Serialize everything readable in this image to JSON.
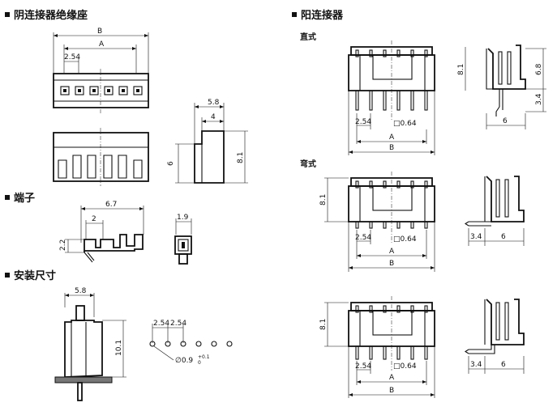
{
  "sections": {
    "female_housing": "阴连接器绝缘座",
    "terminal": "端子",
    "mounting": "安装尺寸",
    "male_connector": "阳连接器",
    "straight": "直式",
    "bent": "弯式"
  },
  "dims": {
    "B": "B",
    "A": "A",
    "p254": "2.54",
    "w58": "5.8",
    "w4": "4",
    "h6": "6",
    "h81": "8.1",
    "t67": "6.7",
    "t2": "2",
    "t22": "2.2",
    "t19": "1.9",
    "m101": "10.1",
    "hole": "∅0.9",
    "hole_tol": "+0.1",
    "hole_tol2": "0",
    "sq064": "□0.64",
    "h68": "6.8",
    "h34": "3.4",
    "d34": "3.4"
  }
}
